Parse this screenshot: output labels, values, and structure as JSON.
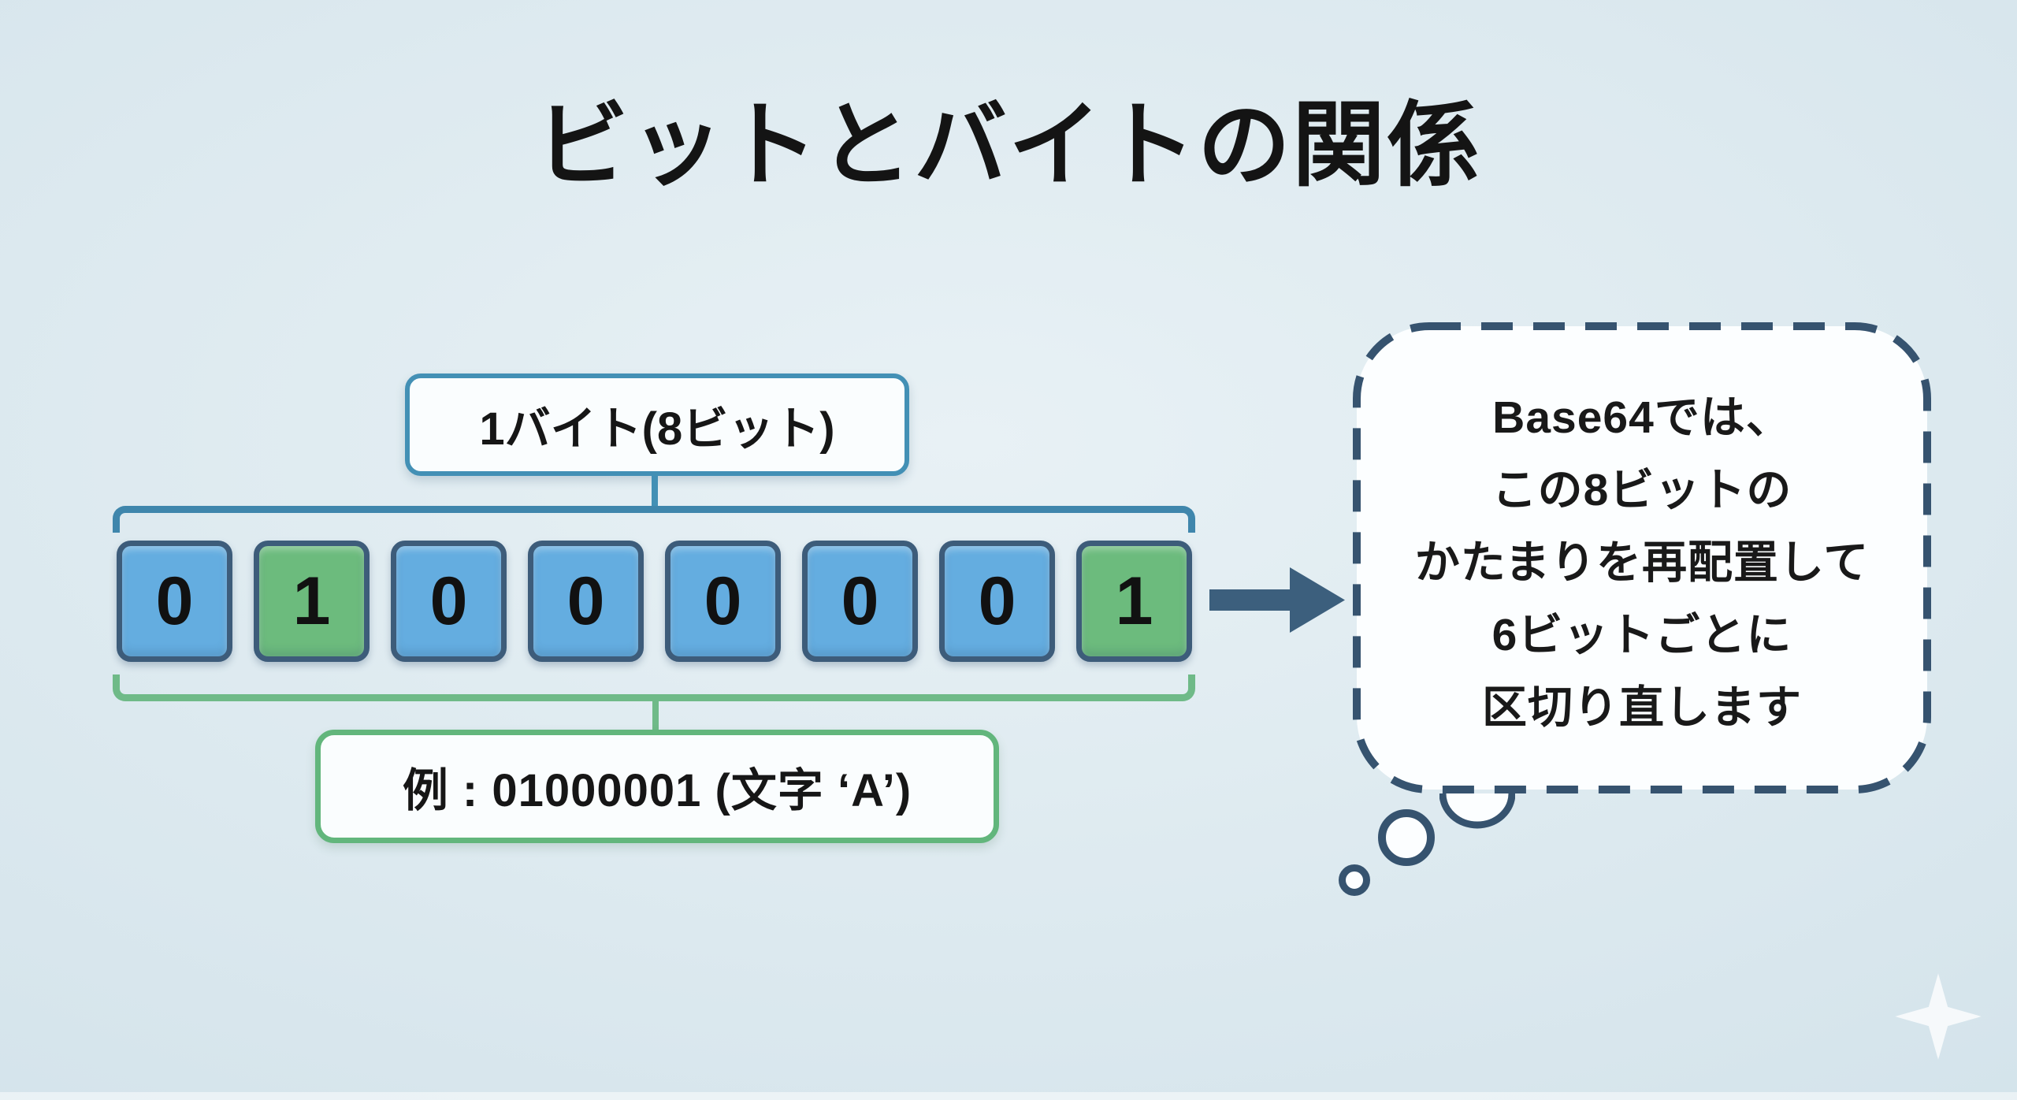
{
  "title": "ビットとバイトの関係",
  "byte_group": {
    "label": "1バイト(8ビット)"
  },
  "bits": [
    {
      "value": "0",
      "color": "blue"
    },
    {
      "value": "1",
      "color": "green"
    },
    {
      "value": "0",
      "color": "blue"
    },
    {
      "value": "0",
      "color": "blue"
    },
    {
      "value": "0",
      "color": "blue"
    },
    {
      "value": "0",
      "color": "blue"
    },
    {
      "value": "0",
      "color": "blue"
    },
    {
      "value": "1",
      "color": "green"
    }
  ],
  "example_group": {
    "label": "例 : 01000001 (文字 ‘A’)"
  },
  "thought_bubble": {
    "lines": [
      "Base64では、",
      "この8ビットの",
      "かたまりを再配置して",
      "6ビットごとに",
      "区切り直します"
    ]
  },
  "icons": {
    "arrow": "right-arrow",
    "bubble_tail": "thought-bubble-circles",
    "sparkle": "four-point-star"
  },
  "colors": {
    "background": "#dce9ef",
    "bit_blue": "#64ade0",
    "bit_green": "#6cbb7d",
    "bit_border": "#3d5c7a",
    "byte_accent": "#4390b5",
    "example_accent": "#6fba88",
    "navy": "#36536f",
    "text": "#141414"
  }
}
